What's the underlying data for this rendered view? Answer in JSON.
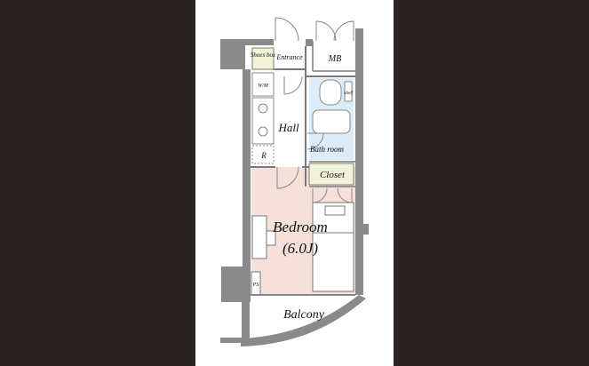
{
  "colors": {
    "outer_background": "#2b2321",
    "panel_background": "#ffffff",
    "wall": "#8a8a8a",
    "bedroom_floor": "#f6e1da",
    "bath_floor": "#dcecf8",
    "closet_fill": "#f1f2d8",
    "line": "#7a7a7a"
  },
  "rooms": {
    "shoes_box": "Shoes box",
    "entrance": "Entrance",
    "mb": "MB",
    "hall": "Hall",
    "bathroom": "Bath room",
    "closet": "Closet",
    "bedroom": "Bedroom",
    "bedroom_size": "(6.0J)",
    "balcony": "Balcony",
    "shelf": "Shelf",
    "r": "R",
    "ps": "PS",
    "wm": "W/M"
  }
}
